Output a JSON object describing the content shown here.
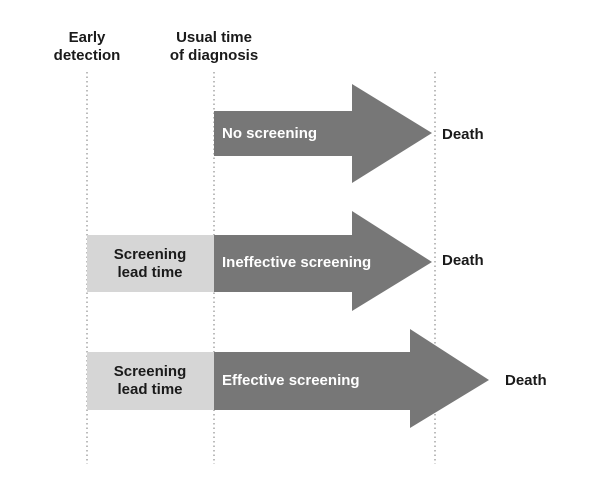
{
  "columns": {
    "early_detection": [
      "Early",
      "detection"
    ],
    "usual_diagnosis": [
      "Usual time",
      "of diagnosis"
    ]
  },
  "rows": [
    {
      "arrow_label": "No screening",
      "lead_label": null,
      "end_label": "Death"
    },
    {
      "arrow_label": "Ineffective screening",
      "lead_label": [
        "Screening",
        "lead time"
      ],
      "end_label": "Death"
    },
    {
      "arrow_label": "Effective screening",
      "lead_label": [
        "Screening",
        "lead time"
      ],
      "end_label": "Death"
    }
  ],
  "colors": {
    "arrow": "#777777",
    "lead_box": "#d6d6d6",
    "text_dark": "#1a1a1a",
    "text_light": "#ffffff"
  }
}
